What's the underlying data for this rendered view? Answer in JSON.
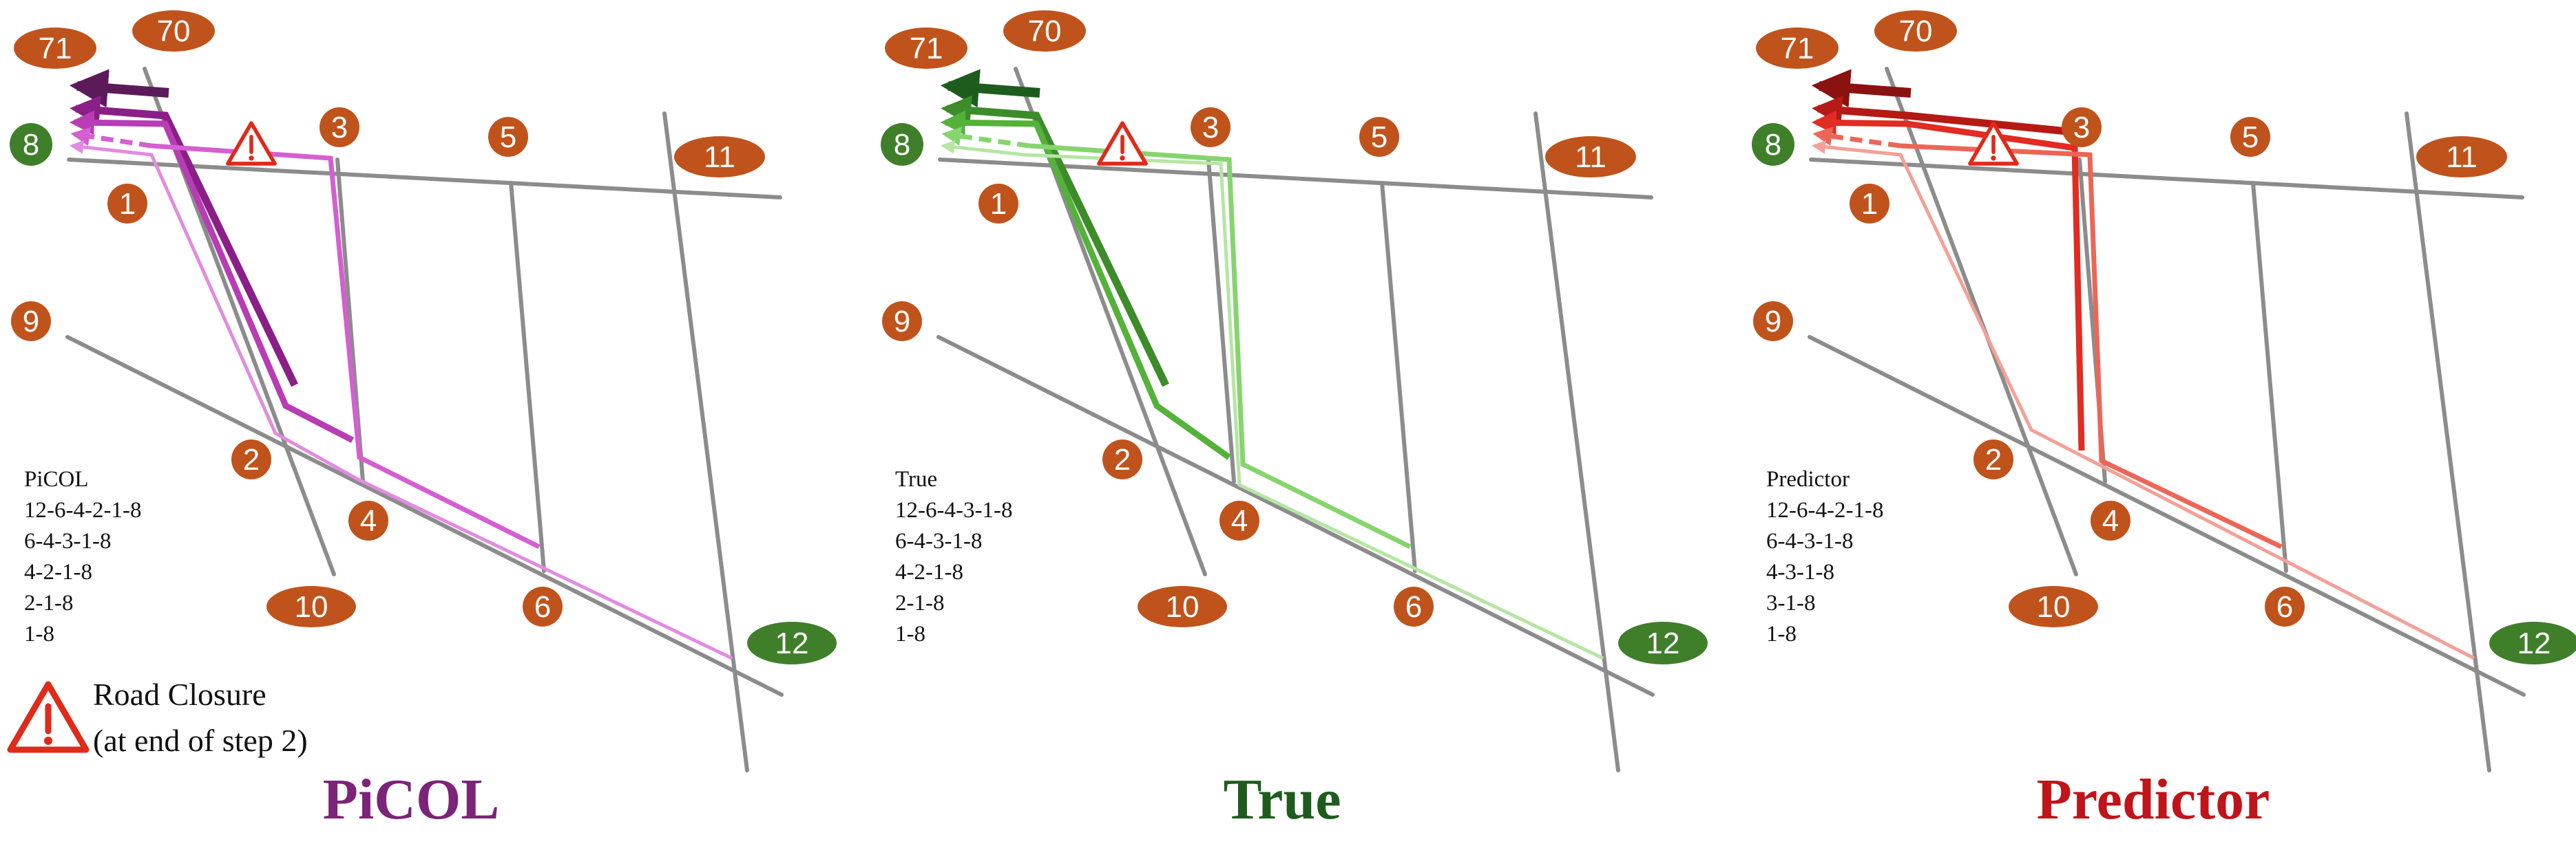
{
  "colors": {
    "road": "#8c8c8c",
    "node_orange": "#c0531b",
    "node_green": "#3f7f2a",
    "warning": "#e02a1a"
  },
  "panels": [
    {
      "title": "PiCOL",
      "title_color": "#7b2478",
      "route_header": "PiCOL",
      "routes": [
        "12-6-4-2-1-8",
        "6-4-3-1-8",
        "4-2-1-8",
        "2-1-8",
        "1-8"
      ],
      "route_colors": [
        "#5c1a5a",
        "#8a1f88",
        "#b83cb4",
        "#d45fd0",
        "#e28be0"
      ],
      "show_legend": true
    },
    {
      "title": "True",
      "title_color": "#1e5c1e",
      "route_header": "True",
      "routes": [
        "12-6-4-3-1-8",
        "6-4-3-1-8",
        "4-2-1-8",
        "2-1-8",
        "1-8"
      ],
      "route_colors": [
        "#1e5c1e",
        "#3d8c2a",
        "#54b23a",
        "#86d46e",
        "#b5e6a4"
      ],
      "show_legend": false
    },
    {
      "title": "Predictor",
      "title_color": "#c0141a",
      "route_header": "Predictor",
      "routes": [
        "12-6-4-2-1-8",
        "6-4-3-1-8",
        "4-3-1-8",
        "3-1-8",
        "1-8"
      ],
      "route_colors": [
        "#8a1210",
        "#b51a15",
        "#e22b22",
        "#ec6657",
        "#f4a096"
      ],
      "show_legend": false
    }
  ],
  "nodes": [
    {
      "id": "71",
      "shape": "ellipse",
      "color": "orange"
    },
    {
      "id": "70",
      "shape": "ellipse",
      "color": "orange"
    },
    {
      "id": "8",
      "shape": "circle",
      "color": "green"
    },
    {
      "id": "1",
      "shape": "circle",
      "color": "orange"
    },
    {
      "id": "3",
      "shape": "circle",
      "color": "orange"
    },
    {
      "id": "5",
      "shape": "circle",
      "color": "orange"
    },
    {
      "id": "11",
      "shape": "ellipse",
      "color": "orange"
    },
    {
      "id": "9",
      "shape": "circle",
      "color": "orange"
    },
    {
      "id": "2",
      "shape": "circle",
      "color": "orange"
    },
    {
      "id": "4",
      "shape": "circle",
      "color": "orange"
    },
    {
      "id": "10",
      "shape": "ellipse",
      "color": "orange"
    },
    {
      "id": "6",
      "shape": "circle",
      "color": "orange"
    },
    {
      "id": "12",
      "shape": "ellipse",
      "color": "green"
    }
  ],
  "legend": {
    "line1": "Road Closure",
    "line2": "(at end of step 2)"
  }
}
